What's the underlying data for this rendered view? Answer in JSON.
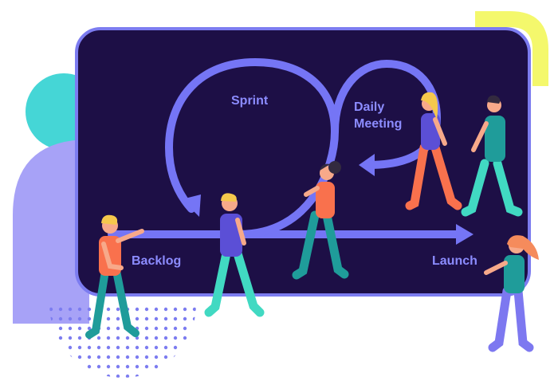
{
  "diagram": {
    "labels": {
      "sprint": "Sprint",
      "daily_meeting_line1": "Daily",
      "daily_meeting_line2": "Meeting",
      "backlog": "Backlog",
      "launch": "Launch"
    },
    "colors": {
      "board": "#1d0f46",
      "board_border": "#7c7cf0",
      "flow": "#7575f5",
      "label": "#8c8cff",
      "teal_circle": "#45d6d6",
      "yellow_arc": "#f4f86c",
      "lavender_blob": "#a7a2f7",
      "dots": "#7c7cf0",
      "skin": "#f7a98a",
      "orange_shirt": "#f9714d",
      "teal_pants": "#1f9c9a",
      "purple_shirt": "#5b4fd6",
      "mint_pants": "#41d9c2",
      "blue_shirt": "#6f6ff2",
      "lav_pants": "#7d78f0",
      "hair_blonde": "#f5c84c",
      "hair_dark": "#332a3f",
      "hair_red": "#f58b5c"
    },
    "people_icons": [
      "person-icon-backlog",
      "person-icon-walking-center",
      "person-icon-woman-bun",
      "person-icon-blonde-woman",
      "person-icon-man-right",
      "person-icon-redhead-woman"
    ]
  }
}
